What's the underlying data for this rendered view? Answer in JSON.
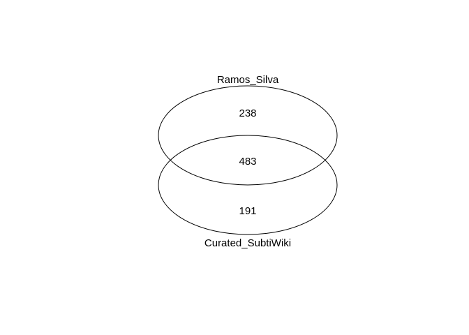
{
  "venn": {
    "sets": [
      {
        "id": "A",
        "label": "Ramos_Silva"
      },
      {
        "id": "B",
        "label": "Curated_SubtiWiki"
      }
    ],
    "regions": [
      {
        "sets": [
          "A"
        ],
        "count": "238"
      },
      {
        "sets": [
          "A",
          "B"
        ],
        "count": "483"
      },
      {
        "sets": [
          "B"
        ],
        "count": "191"
      }
    ],
    "colors": {
      "stroke": "#000000",
      "background": "#ffffff"
    }
  }
}
